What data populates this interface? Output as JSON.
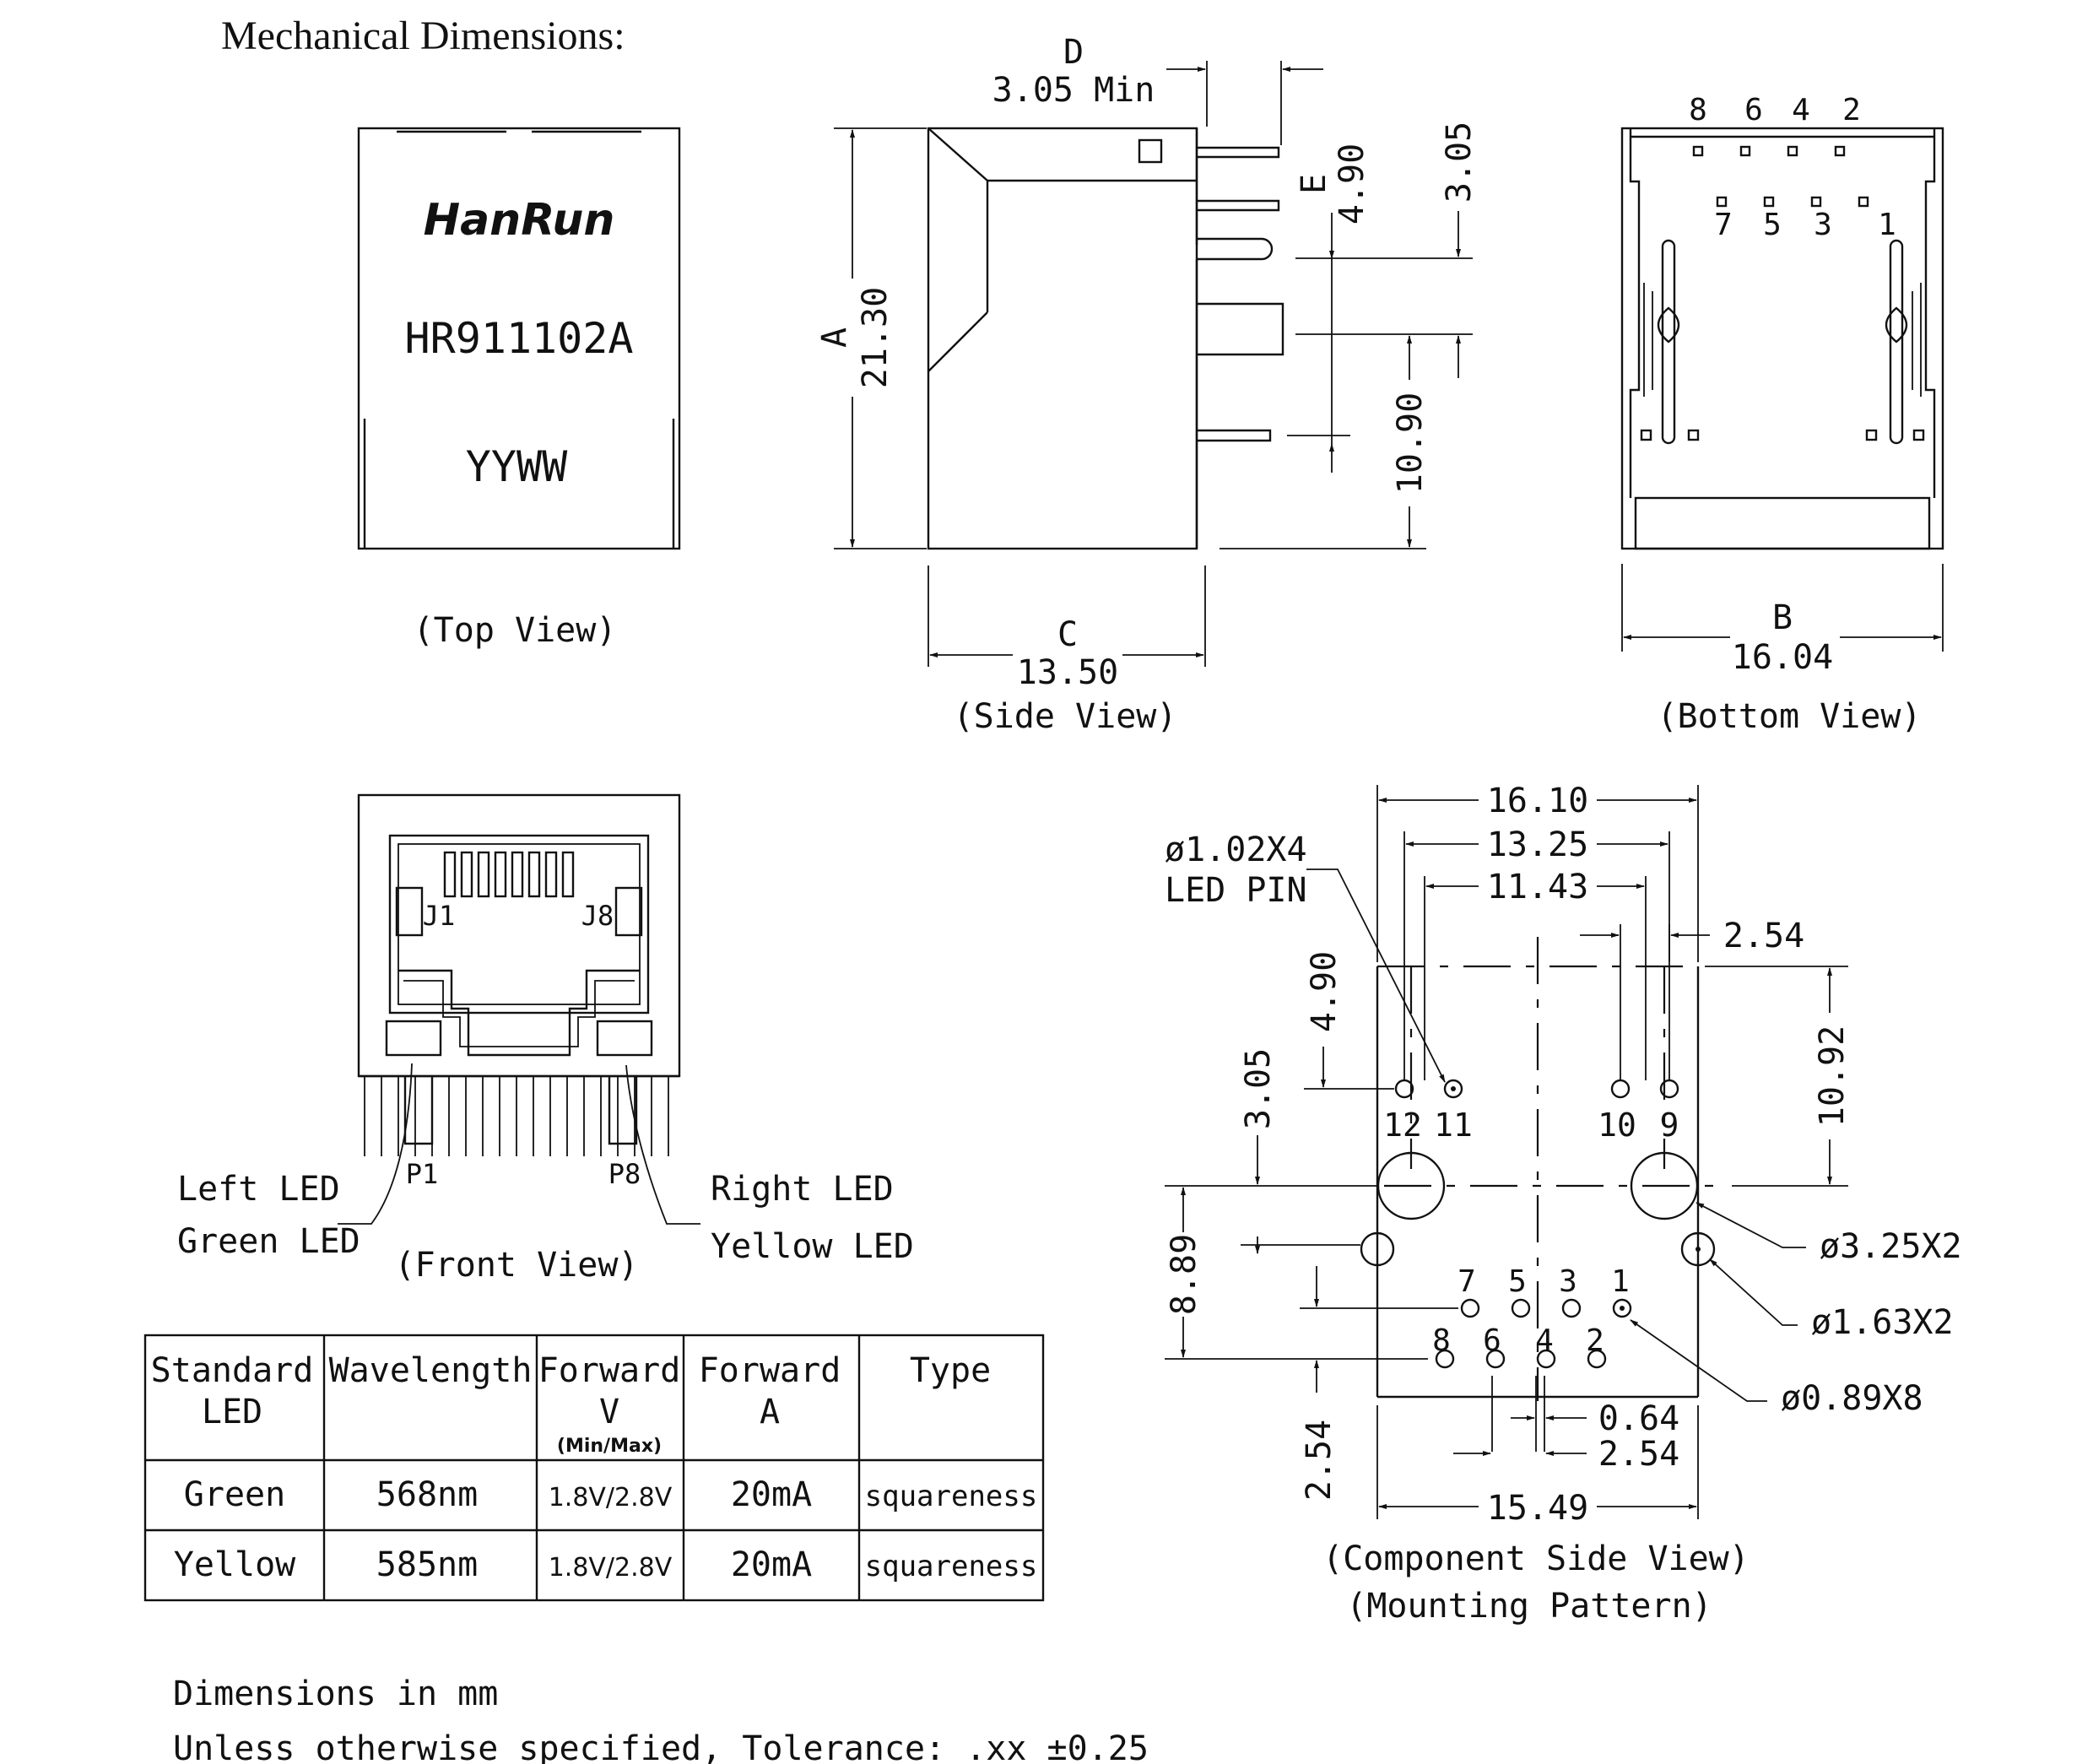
{
  "title": "Mechanical Dimensions:",
  "top_view": {
    "brand": "HanRun",
    "part_number": "HR911102A",
    "date_code": "YYWW",
    "caption": "(Top View)"
  },
  "side_view": {
    "caption": "(Side View)",
    "dims": {
      "a_letter": "A",
      "a_value": "21.30",
      "c_letter": "C",
      "c_value": "13.50",
      "d_letter": "D",
      "d_value": "3.05 Min",
      "e_letter": "E",
      "e_value": "4.90",
      "pin_pitch": "3.05",
      "pin_height": "10.90"
    }
  },
  "bottom_view": {
    "caption": "(Bottom View)",
    "top_pins": [
      "8",
      "6",
      "4",
      "2"
    ],
    "bottom_pins": [
      "7",
      "5",
      "3",
      "1"
    ],
    "b_letter": "B",
    "b_value": "16.04"
  },
  "front_view": {
    "caption": "(Front View)",
    "j_left": "J1",
    "j_right": "J8",
    "p_left": "P1",
    "p_right": "P8",
    "left_led": "Left LED",
    "left_led_color": "Green LED",
    "right_led": "Right LED",
    "right_led_color": "Yellow LED",
    "colors": {
      "green": "#169616",
      "yellow": "#f5ee2a"
    }
  },
  "mounting": {
    "caption_line1": "(Component Side View)",
    "caption_line2": "(Mounting Pattern)",
    "dim_16_10": "16.10",
    "dim_13_25": "13.25",
    "dim_11_43": "11.43",
    "dim_2_54_top": "2.54",
    "dim_4_90": "4.90",
    "dim_3_05": "3.05",
    "dim_10_92": "10.92",
    "dim_8_89": "8.89",
    "dim_2_54_left": "2.54",
    "dim_0_64": "0.64",
    "dim_2_54_bottom": "2.54",
    "dim_15_49": "15.49",
    "led_pin_note_line1": "ø1.02X4",
    "led_pin_note_line2": "LED PIN",
    "hole_large": "ø3.25X2",
    "hole_medium": "ø1.63X2",
    "hole_small": "ø0.89X8",
    "led_pins": [
      "12",
      "11",
      "10",
      "9"
    ],
    "upper_pins": [
      "7",
      "5",
      "3",
      "1"
    ],
    "lower_pins": [
      "8",
      "6",
      "4",
      "2"
    ]
  },
  "led_table": {
    "headers": [
      {
        "line1": "Standard",
        "line2": "LED",
        "line3": ""
      },
      {
        "line1": "Wavelength",
        "line2": "",
        "line3": ""
      },
      {
        "line1": "Forward",
        "line2": "V",
        "line3": "(Min/Max)"
      },
      {
        "line1": "Forward",
        "line2": "A",
        "line3": ""
      },
      {
        "line1": "Type",
        "line2": "",
        "line3": ""
      }
    ],
    "rows": [
      [
        "Green",
        "568nm",
        "1.8V/2.8V",
        "20mA",
        "squareness"
      ],
      [
        "Yellow",
        "585nm",
        "1.8V/2.8V",
        "20mA",
        "squareness"
      ]
    ]
  },
  "notes": {
    "units": "Dimensions in mm",
    "tolerance": "Unless otherwise specified, Tolerance: .xx ±0.25"
  }
}
